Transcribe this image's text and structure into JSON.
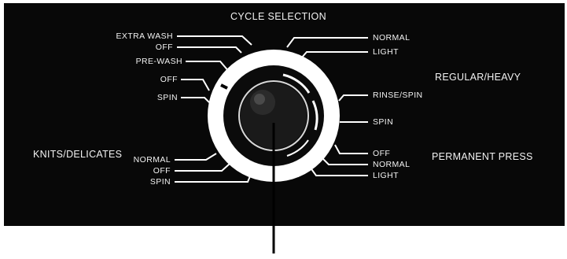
{
  "title": "CYCLE SELECTION",
  "groups": {
    "regular_heavy": "REGULAR/HEAVY",
    "permanent_press": "PERMANENT PRESS",
    "knits_delicates": "KNITS/DELICATES"
  },
  "left_settings": {
    "extra_wash": "EXTRA WASH",
    "off_1": "OFF",
    "pre_wash": "PRE-WASH",
    "off_2": "OFF",
    "spin": "SPIN",
    "normal": "NORMAL",
    "off_3": "OFF",
    "spin_2": "SPIN"
  },
  "right_settings": {
    "normal": "NORMAL",
    "light": "LIGHT",
    "rinse_spin": "RINSE/SPIN",
    "spin": "SPIN",
    "off": "OFF",
    "normal_2": "NORMAL",
    "light_2": "LIGHT"
  },
  "colors": {
    "panel": "#080808",
    "text": "#f2f2f2",
    "dial_ring": "#ffffff"
  }
}
